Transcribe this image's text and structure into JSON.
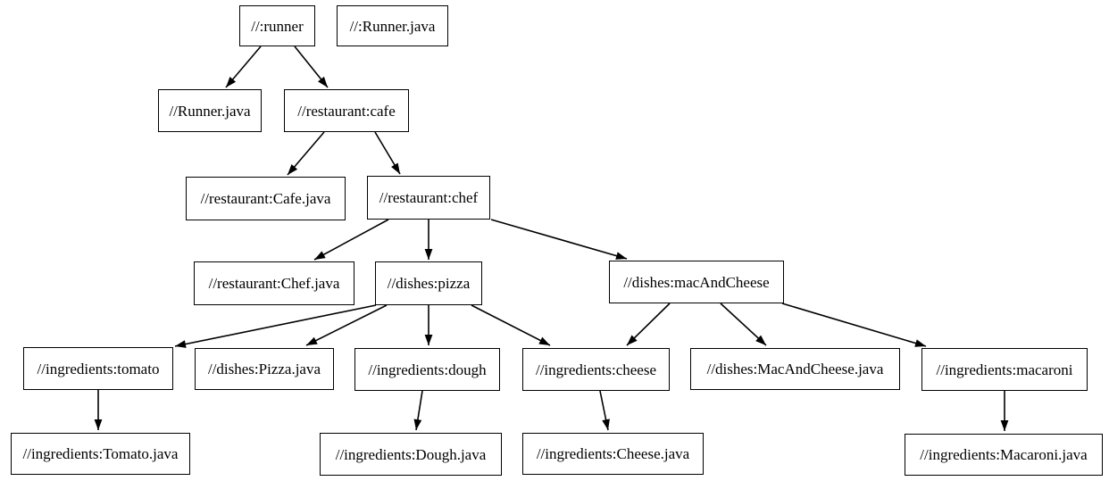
{
  "diagram": {
    "type": "dependency-graph",
    "background_color": "#ffffff",
    "node_border_color": "#000000",
    "edge_color": "#000000",
    "nodes": [
      {
        "id": "runner",
        "label": "//:runner"
      },
      {
        "id": "root-runner-java",
        "label": "//:Runner.java"
      },
      {
        "id": "runner-java",
        "label": "//Runner.java"
      },
      {
        "id": "restaurant-cafe",
        "label": "//restaurant:cafe"
      },
      {
        "id": "restaurant-cafe-java",
        "label": "//restaurant:Cafe.java"
      },
      {
        "id": "restaurant-chef",
        "label": "//restaurant:chef"
      },
      {
        "id": "restaurant-chef-java",
        "label": "//restaurant:Chef.java"
      },
      {
        "id": "dishes-pizza",
        "label": "//dishes:pizza"
      },
      {
        "id": "dishes-mac-and-cheese",
        "label": "//dishes:macAndCheese"
      },
      {
        "id": "ingredients-tomato",
        "label": "//ingredients:tomato"
      },
      {
        "id": "dishes-pizza-java",
        "label": "//dishes:Pizza.java"
      },
      {
        "id": "ingredients-dough",
        "label": "//ingredients:dough"
      },
      {
        "id": "ingredients-cheese",
        "label": "//ingredients:cheese"
      },
      {
        "id": "dishes-mac-and-cheese-java",
        "label": "//dishes:MacAndCheese.java"
      },
      {
        "id": "ingredients-macaroni",
        "label": "//ingredients:macaroni"
      },
      {
        "id": "ingredients-tomato-java",
        "label": "//ingredients:Tomato.java"
      },
      {
        "id": "ingredients-dough-java",
        "label": "//ingredients:Dough.java"
      },
      {
        "id": "ingredients-cheese-java",
        "label": "//ingredients:Cheese.java"
      },
      {
        "id": "ingredients-macaroni-java",
        "label": "//ingredients:Macaroni.java"
      }
    ],
    "edges": [
      {
        "from": "runner",
        "to": "runner-java"
      },
      {
        "from": "runner",
        "to": "restaurant-cafe"
      },
      {
        "from": "restaurant-cafe",
        "to": "restaurant-cafe-java"
      },
      {
        "from": "restaurant-cafe",
        "to": "restaurant-chef"
      },
      {
        "from": "restaurant-chef",
        "to": "restaurant-chef-java"
      },
      {
        "from": "restaurant-chef",
        "to": "dishes-pizza"
      },
      {
        "from": "restaurant-chef",
        "to": "dishes-mac-and-cheese"
      },
      {
        "from": "dishes-pizza",
        "to": "ingredients-tomato"
      },
      {
        "from": "dishes-pizza",
        "to": "dishes-pizza-java"
      },
      {
        "from": "dishes-pizza",
        "to": "ingredients-dough"
      },
      {
        "from": "dishes-pizza",
        "to": "ingredients-cheese"
      },
      {
        "from": "dishes-mac-and-cheese",
        "to": "ingredients-cheese"
      },
      {
        "from": "dishes-mac-and-cheese",
        "to": "dishes-mac-and-cheese-java"
      },
      {
        "from": "dishes-mac-and-cheese",
        "to": "ingredients-macaroni"
      },
      {
        "from": "ingredients-tomato",
        "to": "ingredients-tomato-java"
      },
      {
        "from": "ingredients-dough",
        "to": "ingredients-dough-java"
      },
      {
        "from": "ingredients-cheese",
        "to": "ingredients-cheese-java"
      },
      {
        "from": "ingredients-macaroni",
        "to": "ingredients-macaroni-java"
      }
    ]
  }
}
